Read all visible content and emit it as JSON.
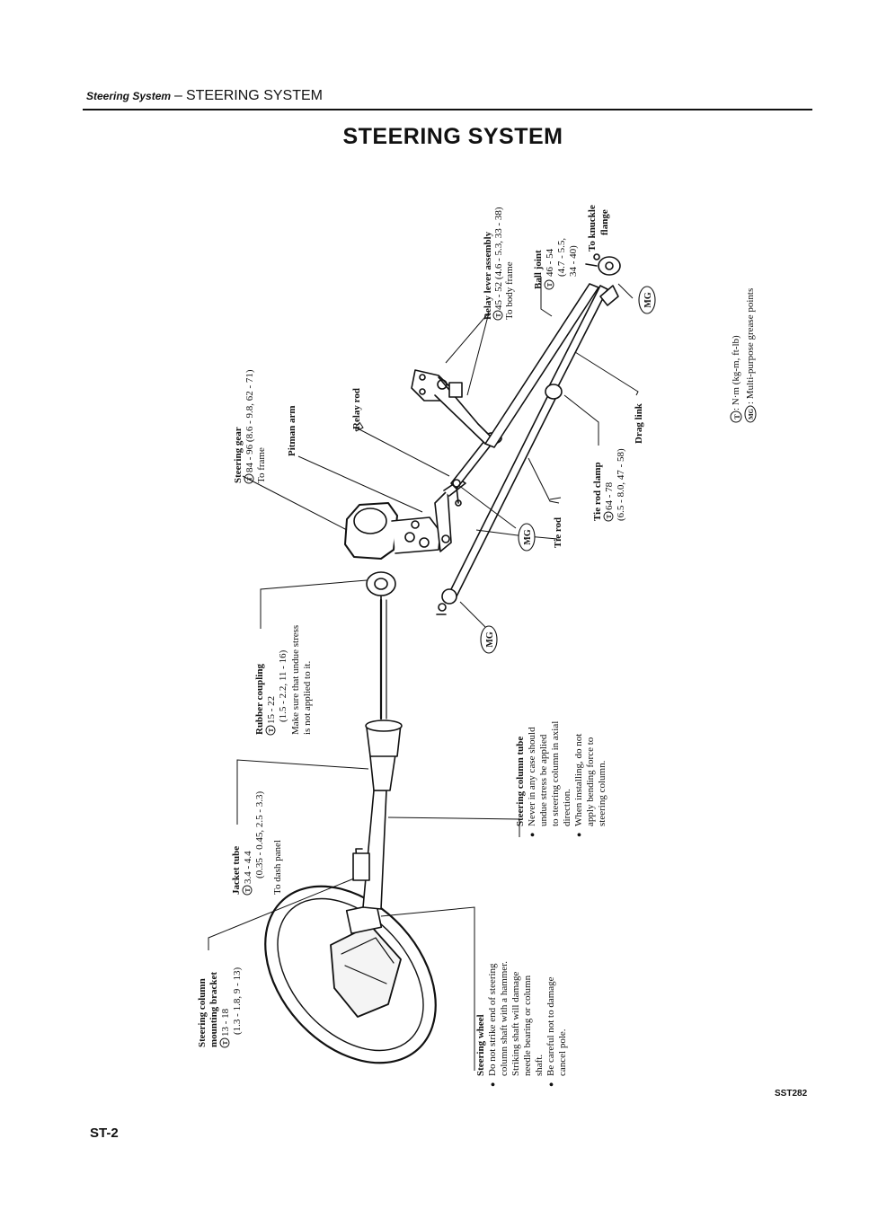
{
  "header": {
    "section_italic": "Steering System",
    "dash": "–",
    "section_title": "STEERING SYSTEM"
  },
  "main_title": "STEERING SYSTEM",
  "legend": {
    "t_symbol": "T",
    "t_text": ": N·m (kg-m, ft-lb)",
    "mg_symbol": "MG",
    "mg_text": ": Multi-purpose grease points"
  },
  "labels": {
    "relay_lever": {
      "title": "Relay lever assembly",
      "torque": "45 - 52 (4.6 - 5.3, 33 - 38)",
      "note": "To body frame"
    },
    "ball_joint": {
      "title": "Ball joint",
      "torque": "46 - 54",
      "torque2": "(4.7 - 5.5,",
      "torque3": "34 - 40)"
    },
    "knuckle": {
      "line1": "To knuckle",
      "line2": "flange"
    },
    "steering_gear": {
      "title": "Steering gear",
      "torque": "84 - 96 (8.6 - 9.8, 62 - 71)",
      "note": "To frame"
    },
    "pitman_arm": "Pitman arm",
    "relay_rod": "Relay rod",
    "drag_link": "Drag link",
    "tie_rod": "Tie rod",
    "tie_rod_clamp": {
      "title": "Tie rod clamp",
      "torque": "64 - 78",
      "torque2": "(6.5 - 8.0, 47 - 58)"
    },
    "rubber_coupling": {
      "title": "Rubber coupling",
      "torque": "15 - 22",
      "torque2": "(1.5 - 2.2, 11 - 16)",
      "note1": "Make sure that undue stress",
      "note2": "is not applied to it."
    },
    "column_tube": {
      "title": "Steering column tube",
      "b1_l1": "Never in any case should",
      "b1_l2": "undue stress be applied",
      "b1_l3": "to steering column in axial",
      "b1_l4": "direction.",
      "b2_l1": "When installing, do not",
      "b2_l2": "apply bending force to",
      "b2_l3": "steering column."
    },
    "jacket_tube": {
      "title": "Jacket tube",
      "torque": "3.4 - 4.4",
      "torque2": "(0.35 - 0.45, 2.5 - 3.3)",
      "note": "To dash panel"
    },
    "mounting_bracket": {
      "line1": "Steering column",
      "line2": "mounting bracket",
      "torque": "13 - 18",
      "torque2": "(1.3 - 1.8, 9 - 13)"
    },
    "steering_wheel": {
      "title": "Steering wheel",
      "b1_l1": "Do not strike end of steering",
      "b1_l2": "column shaft with a hammer.",
      "b1_l3": "Striking shaft will damage",
      "b1_l4": "needle bearing or column",
      "b1_l5": "shaft.",
      "b2_l1": "Be careful not to damage",
      "b2_l2": "cancel pole."
    },
    "bullet": "●"
  },
  "mg_badge": "MG",
  "t_badge": "T",
  "code": "SST282",
  "page_number": "ST-2"
}
